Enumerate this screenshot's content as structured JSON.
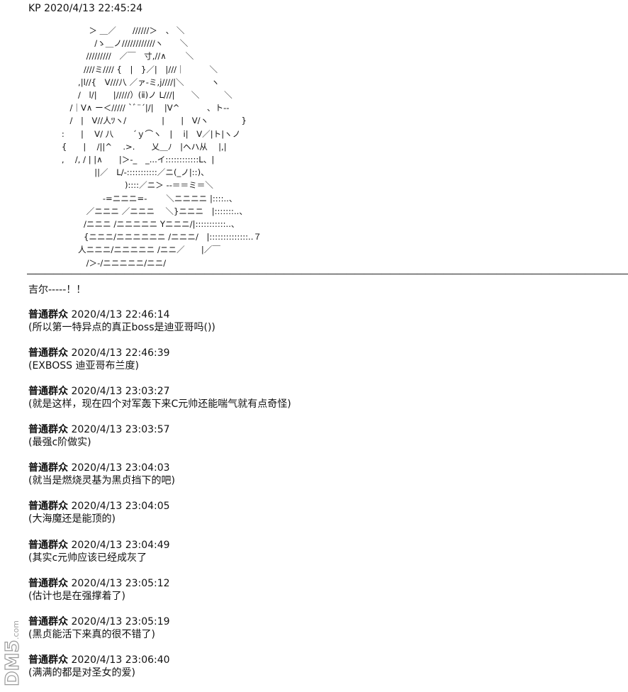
{
  "header": {
    "author": "KP",
    "timestamp": "2020/4/13 22:45:24"
  },
  "ascii_art": "  　　　　　＞ ＿／　　//////＞　、 ＼\n　　　　　　 /ゝ＿ノ////////////ヽ　　＼\n　　　　　 /////////　／￣　寸,//∧　 　＼\n　　　　　////ミ//// {　|　}／|　|///｜　　　＼\n　　　　 ,|l//{　V///八 ／ァ-ミ,j////|＼　　　 ヽ\n　　　　 /　l/|　　|/////）(ⅱ)ノ L///|　　＼　　　＼\n　　　 /｜V∧ ー＜///// `ﾞ¨´|/|　 |V^　　　 、ト--\n　　　 /　|　V//人ﾂヽ/　　　　 |　　|　V/ヽ　　　　}\n　　 :　　|　 V/ 八　　 ´ｙ⌒ヽ　|　 i|　V／|ト|ヽノ\n　　 {　　|　 /||^　 .>.　　乂＿ﾉ　|ヘハ从　 |,|\n　　 ,　 /, / | |∧　　|＞‐_　_...イ::::::::::::L、|\n　　　　　　 ||／　L/‐:::::::::::／ニ(_ノ|::)、\n　　　　　　　　　　)::::／ニ＞ ‐‐＝＝ミ＝＼\n　　　　　　　 -=ニニニ=‐　　 ＼ニニニニ |::::..、\n　　　　　 ／ニニニ ／ニニニ　 ＼}ニニニ　|:::::::..、\n　　　　　/ニニニ /ニニニニニ Yニニニ/|:::::::::::..、\n　　　　　{ニニニ/ニニニニニニ /ニニニ/　|::::::::::::::..７\n　　　　 人ニニニ/ニニニニニ /ニニ／　　|／￣\n　　　　　 /＞‐/ニニニニニ/ニニ/",
  "separator": "――――――――――――――――――――――――――――――――――――――――――――――――――――――――――――――――――――――――――――――――――――――――――――――――――――――――――――――――――――――――――",
  "kp_line": "吉尔‐‐‐‐‐！！",
  "posts": [
    {
      "user": "普通群众",
      "time": "2020/4/13 22:46:14",
      "text": "(所以第一特异点的真正boss是迪亚哥吗())"
    },
    {
      "user": "普通群众",
      "time": "2020/4/13 22:46:39",
      "text": "(EXBOSS 迪亚哥布兰度)"
    },
    {
      "user": "普通群众",
      "time": "2020/4/13 23:03:27",
      "text": "(就是这样，现在四个对军轰下来C元帅还能喘气就有点奇怪)"
    },
    {
      "user": "普通群众",
      "time": "2020/4/13 23:03:57",
      "text": "(最强c阶做实)"
    },
    {
      "user": "普通群众",
      "time": "2020/4/13 23:04:03",
      "text": "(就当是燃烧灵基为黑贞挡下的吧)"
    },
    {
      "user": "普通群众",
      "time": "2020/4/13 23:04:05",
      "text": "(大海魔还是能顶的)"
    },
    {
      "user": "普通群众",
      "time": "2020/4/13 23:04:49",
      "text": "(其实c元帅应该已经成灰了"
    },
    {
      "user": "普通群众",
      "time": "2020/4/13 23:05:12",
      "text": "(估计也是在强撑着了)"
    },
    {
      "user": "普通群众",
      "time": "2020/4/13 23:05:19",
      "text": "(黑贞能活下来真的很不错了)"
    },
    {
      "user": "普通群众",
      "time": "2020/4/13 23:06:40",
      "text": "(满满的都是对圣女的爱)"
    }
  ],
  "watermark": {
    "brand": "DM5",
    "suffix": ".com"
  }
}
